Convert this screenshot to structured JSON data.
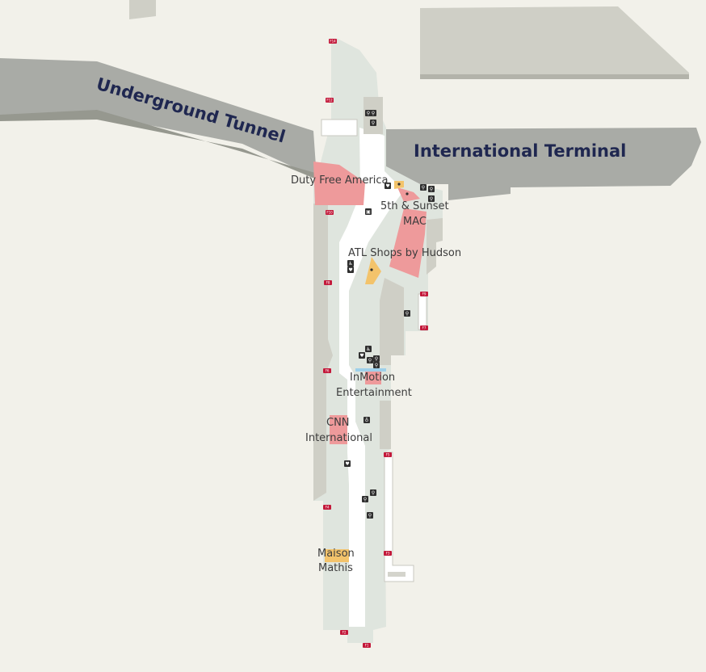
{
  "colors": {
    "background": "#f2f1ea",
    "building": "#cfcfc6",
    "building_dark": "#b3b3aa",
    "terminal": "#a9aba6",
    "concourse_floor": "#ffffff",
    "concourse_zone": "#dfe5de",
    "store_pink": "#ee9a9b",
    "store_yellow": "#f3c36b",
    "gate_red": "#c3183a",
    "icon_dark": "#2f2f2f",
    "label_navy": "#1f2750"
  },
  "areas": {
    "tunnel": "Underground Tunnel",
    "terminal": "International Terminal"
  },
  "pois": [
    {
      "id": "duty-free-america",
      "name": "Duty Free America"
    },
    {
      "id": "fifth-and-sunset",
      "name": "5th & Sunset"
    },
    {
      "id": "mac",
      "name": "MAC"
    },
    {
      "id": "atl-shops-hudson",
      "name": "ATL Shops by Hudson"
    },
    {
      "id": "inmotion-1",
      "name": "InMotion"
    },
    {
      "id": "inmotion-2",
      "name": "Entertainment"
    },
    {
      "id": "cnn-1",
      "name": "CNN"
    },
    {
      "id": "cnn-2",
      "name": "International"
    },
    {
      "id": "maison-1",
      "name": "Maison"
    },
    {
      "id": "maison-2",
      "name": "Mathis"
    }
  ],
  "gates": [
    "F14",
    "F12",
    "F10",
    "F8",
    "F9",
    "F7",
    "F6",
    "F5",
    "F4",
    "F3",
    "F2",
    "F1"
  ],
  "amenity_icons": [
    "restroom-icon",
    "shopping-icon",
    "elevator-icon",
    "nursing-icon",
    "water-icon",
    "accessible-icon"
  ]
}
